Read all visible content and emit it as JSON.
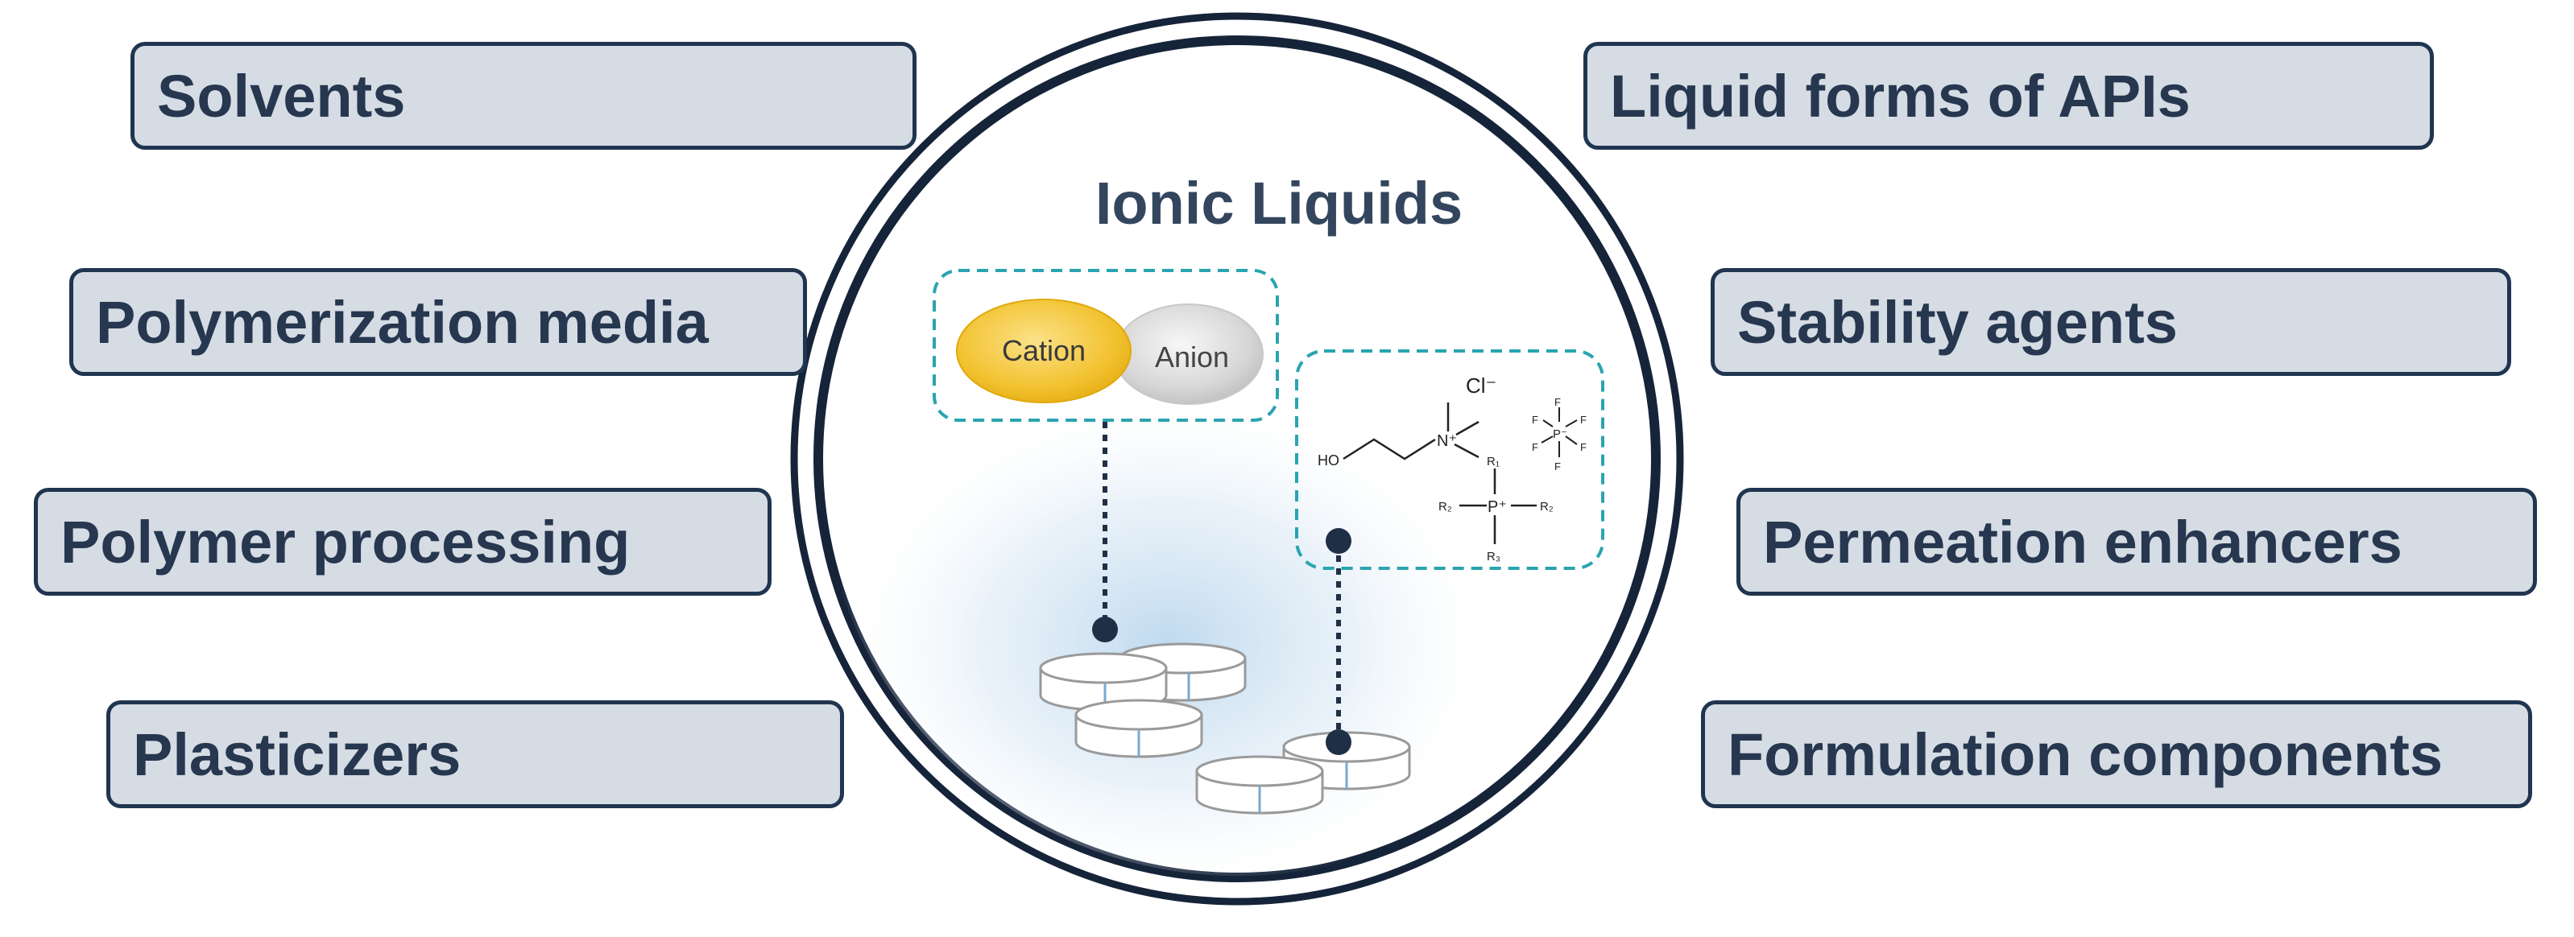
{
  "center": {
    "title": "Ionic Liquids",
    "cation_label": "Cation",
    "anion_label": "Anion"
  },
  "structures": {
    "chloride_label": "Cl⁻",
    "ho_label": "HO",
    "n_plus_label": "N⁺",
    "p_plus_label": "P⁺",
    "pf6_p_label": "P⁻",
    "r1_top": "R₁",
    "r2_left": "R₂",
    "r2_right": "R₂",
    "r3_bottom": "R₃",
    "fluorine": "F"
  },
  "left_boxes": [
    {
      "label": "Solvents"
    },
    {
      "label": "Polymerization media"
    },
    {
      "label": "Polymer processing"
    },
    {
      "label": "Plasticizers"
    }
  ],
  "right_boxes": [
    {
      "label": "Liquid forms of APIs"
    },
    {
      "label": "Stability agents"
    },
    {
      "label": "Permeation enhancers"
    },
    {
      "label": "Formulation components"
    }
  ],
  "colors": {
    "box_fill": "#d6dce4",
    "box_border": "#1f3550",
    "text": "#26374f",
    "dashed_frame": "#2aa4b0",
    "cation": "#f2c230",
    "anion": "#d0d0d0"
  }
}
